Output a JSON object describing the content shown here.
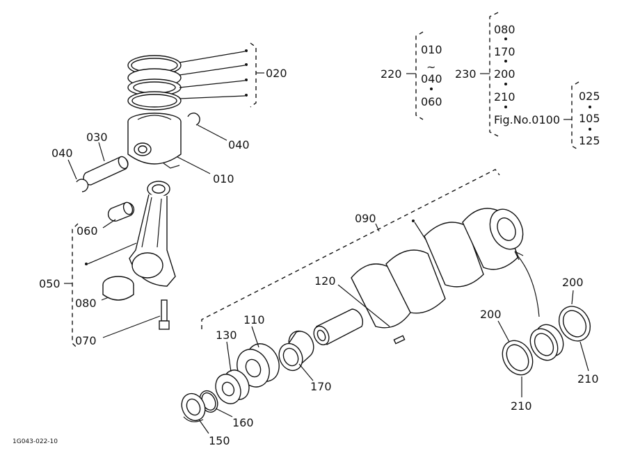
{
  "footer_code": "1G043-022-10",
  "labels": {
    "p020": "020",
    "p030": "030",
    "p040a": "040",
    "p040b": "040",
    "p010": "010",
    "p060": "060",
    "p050": "050",
    "p080": "080",
    "p070": "070",
    "p090": "090",
    "p120": "120",
    "p110": "110",
    "p130": "130",
    "p170": "170",
    "p160": "160",
    "p150": "150",
    "p200a": "200",
    "p200b": "200",
    "p210a": "210",
    "p210b": "210"
  },
  "group220": {
    "label": "220",
    "items": [
      "010",
      "~",
      "040",
      "060"
    ]
  },
  "group230": {
    "label": "230",
    "items": [
      "080",
      "170",
      "200",
      "210",
      "Fig.No.0100"
    ]
  },
  "group_fig": {
    "items": [
      "025",
      "105",
      "125"
    ]
  }
}
